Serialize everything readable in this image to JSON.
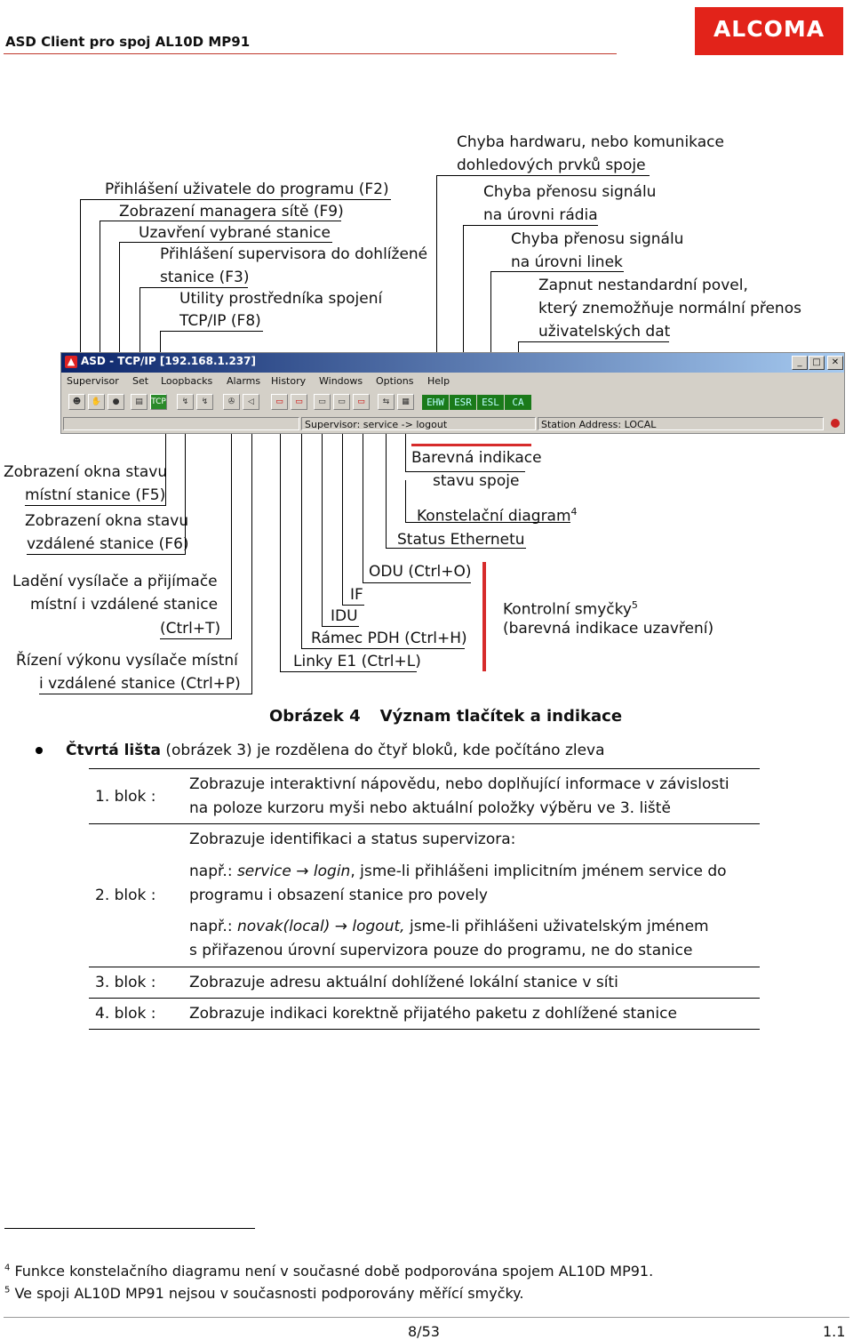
{
  "header": {
    "doc_title": "ASD Client pro spoj  AL10D MP91",
    "logo": "ALCOMA"
  },
  "callouts_top_left": [
    "Přihlášení uživatele do programu (F2)",
    "Zobrazení managera sítě (F9)",
    "Uzavření vybrané stanice",
    "Přihlášení supervisora do dohlížené",
    "stanice (F3)",
    "Utility prostředníka spojení",
    "TCP/IP (F8)"
  ],
  "callouts_top_right": [
    "Chyba hardwaru, nebo komunikace",
    "dohledových prvků spoje",
    "Chyba přenosu signálu",
    "na úrovni rádia",
    "Chyba přenosu signálu",
    "na úrovni linek",
    "Zapnut nestandardní povel,",
    "který znemožňuje normální přenos",
    "uživatelských dat"
  ],
  "app": {
    "title": "ASD - TCP/IP [192.168.1.237]",
    "menu": [
      "Supervisor",
      "Set",
      "Loopbacks",
      "Alarms",
      "History",
      "Windows",
      "Options",
      "Help"
    ],
    "indicators": [
      "EHW",
      "ESR",
      "ESL",
      "CA"
    ],
    "status_left": "Supervisor: service -> logout",
    "status_right": "Station Address: LOCAL"
  },
  "callouts_bottom_left": [
    "Zobrazení okna stavu",
    "místní stanice (F5)",
    "Zobrazení okna stavu",
    "vzdálené stanice (F6)",
    "Ladění vysílače a přijímače",
    "místní i vzdálené stanice",
    "(Ctrl+T)",
    "Řízení výkonu vysílače místní",
    "i vzdálené stanice (Ctrl+P)"
  ],
  "callouts_bottom_mid": [
    "Barevná indikace",
    "stavu spoje",
    "Konstelační diagram",
    "Status Ethernetu",
    "ODU (Ctrl+O)",
    "IF",
    "IDU",
    "Rámec PDH (Ctrl+H)",
    "Linky E1 (Ctrl+L)"
  ],
  "callouts_bottom_right": [
    "Kontrolní smyčky",
    "(barevná indikace uzavření)"
  ],
  "sup4": "4",
  "sup5": "5",
  "caption": {
    "label": "Obrázek 4",
    "text": "Význam tlačítek a indikace"
  },
  "bullet": {
    "bold": "Čtvrtá lišta",
    "rest": " (obrázek 3) je rozdělena do čtyř bloků, kde počítáno zleva"
  },
  "blocks": [
    {
      "label": "1. blok :",
      "lines": [
        "Zobrazuje interaktivní nápovědu, nebo doplňující informace v závislosti",
        "na poloze kurzoru myši nebo aktuální položky výběru ve 3. liště"
      ]
    },
    {
      "label": "2. blok :",
      "p1": "Zobrazuje identifikaci a status supervizora:",
      "p2_a": "např.: ",
      "p2_b": "service",
      "p2_arrow": " → ",
      "p2_c": "login",
      "p2_d": ", jsme-li přihlášeni implicitním jménem service do",
      "p2_e": "programu i obsazení stanice pro povely",
      "p3_a": "např.: ",
      "p3_b": "novak(local)",
      "p3_arrow": " → ",
      "p3_c": "logout,",
      "p3_d": " jsme-li přihlášeni uživatelským jménem",
      "p3_e": "s přiřazenou úrovní supervizora pouze do programu, ne do stanice"
    },
    {
      "label": "3. blok :",
      "text": "Zobrazuje adresu aktuální dohlížené lokální stanice v síti"
    },
    {
      "label": "4. blok :",
      "text": "Zobrazuje indikaci korektně přijatého paketu z dohlížené stanice"
    }
  ],
  "footnotes": [
    {
      "num": "4",
      "text": " Funkce konstelačního diagramu není v současné době podporována spojem AL10D MP91."
    },
    {
      "num": "5",
      "text": " Ve spoji AL10D MP91 nejsou v současnosti podporovány měřící smyčky."
    }
  ],
  "footer": {
    "page": "8/53",
    "version": "1.1"
  }
}
